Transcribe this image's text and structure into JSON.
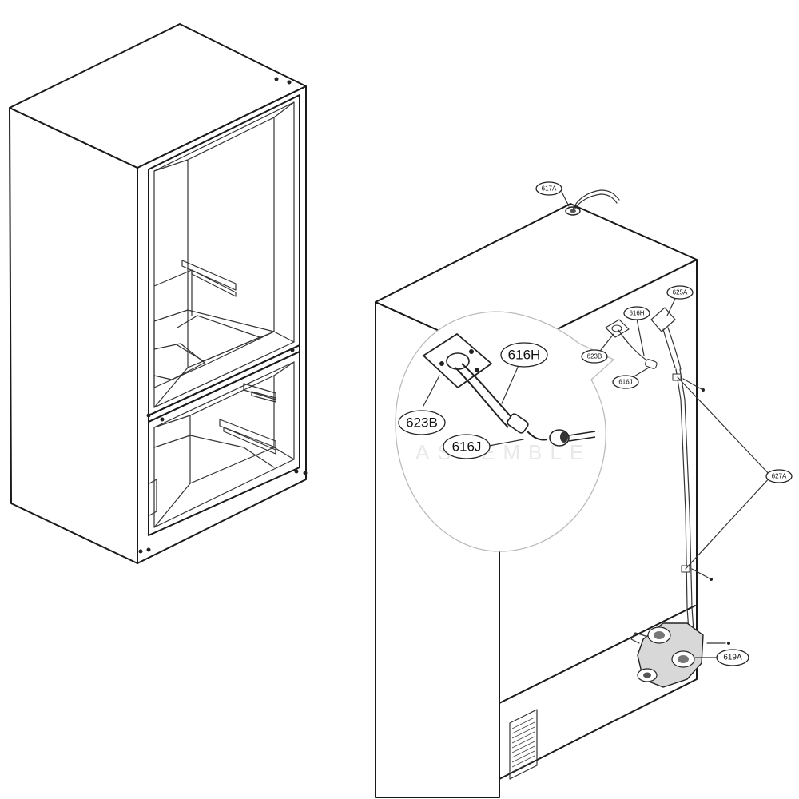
{
  "watermark": "ASSEMBLE",
  "callouts": {
    "c617A": "617A",
    "c625A": "625A",
    "c616H": "616H",
    "c623B": "623B",
    "c616J": "616J",
    "c627A": "627A",
    "c619A": "619A",
    "z616H": "616H",
    "z623B": "623B",
    "z616J": "616J"
  }
}
